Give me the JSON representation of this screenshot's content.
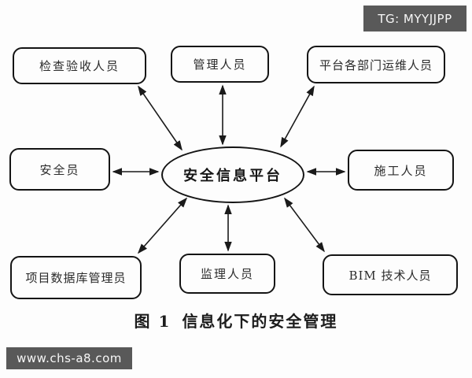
{
  "watermarks": {
    "tg_badge": "TG: MYYJJPP",
    "site_badge": "www.chs-a8.com"
  },
  "diagram": {
    "center": {
      "label": "安全信息平台"
    },
    "nodes": [
      {
        "id": "inspection",
        "label": "检查验收人员"
      },
      {
        "id": "management",
        "label": "管理人员"
      },
      {
        "id": "platform-ops",
        "label": "平台各部门运维人员"
      },
      {
        "id": "safety",
        "label": "安全员"
      },
      {
        "id": "construction",
        "label": "施工人员"
      },
      {
        "id": "db-admin",
        "label": "项目数据库管理员"
      },
      {
        "id": "supervision",
        "label": "监理人员"
      },
      {
        "id": "bim",
        "label": "BIM 技术人员"
      }
    ],
    "caption_prefix": "图 1",
    "caption_text": "信息化下的安全管理",
    "connections": "all nodes linked to center with double-headed arrows"
  },
  "colors": {
    "line": "#1a1a1a",
    "node_border": "#141414",
    "background": "#fdfdfd",
    "badge_bg": "#595959",
    "badge_text": "#f7f7f7"
  }
}
